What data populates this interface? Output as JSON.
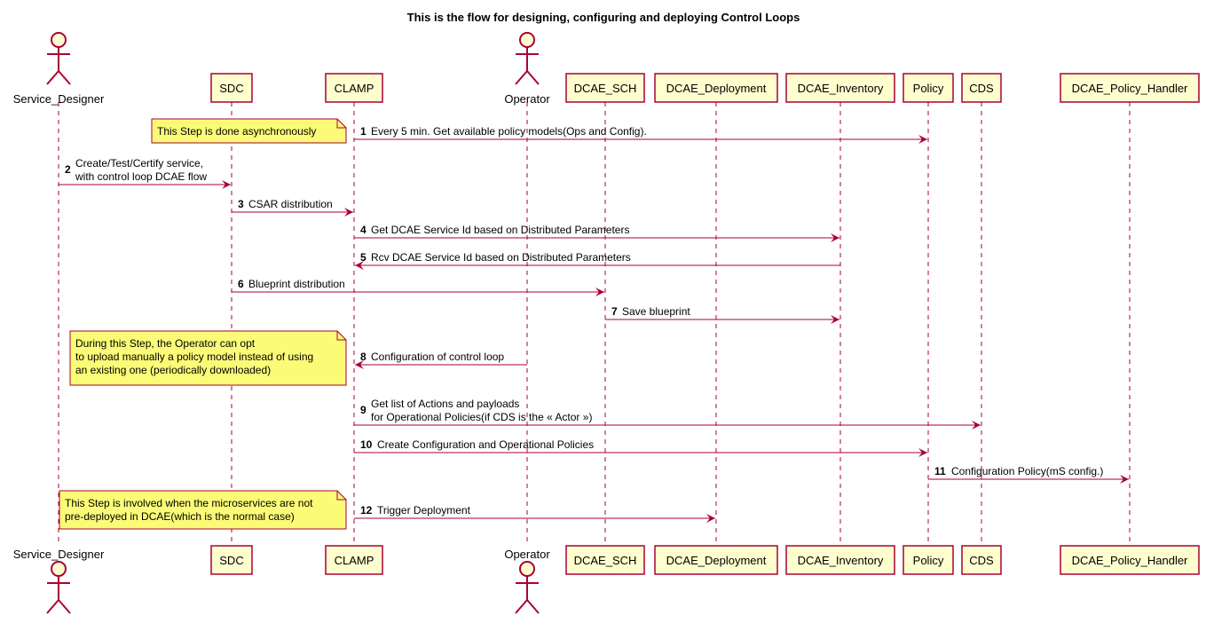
{
  "title": "This is the flow for designing, configuring and deploying Control Loops",
  "colors": {
    "line": "#A80036",
    "participant_fill": "#FEFECE",
    "note_fill": "#FBFB77",
    "text": "#000000"
  },
  "participants": [
    {
      "id": "sd",
      "label": "Service_Designer",
      "kind": "actor"
    },
    {
      "id": "sdc",
      "label": "SDC",
      "kind": "participant"
    },
    {
      "id": "clamp",
      "label": "CLAMP",
      "kind": "participant"
    },
    {
      "id": "op",
      "label": "Operator",
      "kind": "actor"
    },
    {
      "id": "sch",
      "label": "DCAE_SCH",
      "kind": "participant"
    },
    {
      "id": "dep",
      "label": "DCAE_Deployment",
      "kind": "participant"
    },
    {
      "id": "inv",
      "label": "DCAE_Inventory",
      "kind": "participant"
    },
    {
      "id": "pol",
      "label": "Policy",
      "kind": "participant"
    },
    {
      "id": "cds",
      "label": "CDS",
      "kind": "participant"
    },
    {
      "id": "handler",
      "label": "DCAE_Policy_Handler",
      "kind": "participant"
    }
  ],
  "messages": [
    {
      "num": "1",
      "from": "clamp",
      "to": "pol",
      "lines": [
        "Every 5 min. Get available policy models(Ops and Config)."
      ]
    },
    {
      "num": "2",
      "from": "sd",
      "to": "sdc",
      "lines": [
        "Create/Test/Certify service,",
        "with control loop DCAE flow"
      ]
    },
    {
      "num": "3",
      "from": "sdc",
      "to": "clamp",
      "lines": [
        "CSAR distribution"
      ]
    },
    {
      "num": "4",
      "from": "clamp",
      "to": "inv",
      "lines": [
        "Get DCAE Service Id based on Distributed Parameters"
      ]
    },
    {
      "num": "5",
      "from": "inv",
      "to": "clamp",
      "lines": [
        "Rcv DCAE Service Id based on Distributed Parameters"
      ]
    },
    {
      "num": "6",
      "from": "sdc",
      "to": "sch",
      "lines": [
        "Blueprint distribution"
      ]
    },
    {
      "num": "7",
      "from": "sch",
      "to": "inv",
      "lines": [
        "Save blueprint"
      ]
    },
    {
      "num": "8",
      "from": "op",
      "to": "clamp",
      "lines": [
        "Configuration of control loop"
      ]
    },
    {
      "num": "9",
      "from": "clamp",
      "to": "cds",
      "lines": [
        "Get list of Actions and payloads",
        "for Operational Policies(if CDS is the « Actor »)"
      ]
    },
    {
      "num": "10",
      "from": "clamp",
      "to": "pol",
      "lines": [
        "Create Configuration and Operational Policies"
      ]
    },
    {
      "num": "11",
      "from": "pol",
      "to": "handler",
      "lines": [
        "Configuration Policy(mS config.)"
      ]
    },
    {
      "num": "12",
      "from": "clamp",
      "to": "dep",
      "lines": [
        "Trigger Deployment"
      ]
    }
  ],
  "notes": [
    {
      "lines": [
        "This Step is done asynchronously"
      ]
    },
    {
      "lines": [
        " During this Step, the Operator can opt",
        "to upload manually a policy model instead of using",
        "an existing one (periodically downloaded)"
      ]
    },
    {
      "lines": [
        "This Step is involved when the microservices are not",
        "pre-deployed in DCAE(which is the normal case)"
      ]
    }
  ]
}
